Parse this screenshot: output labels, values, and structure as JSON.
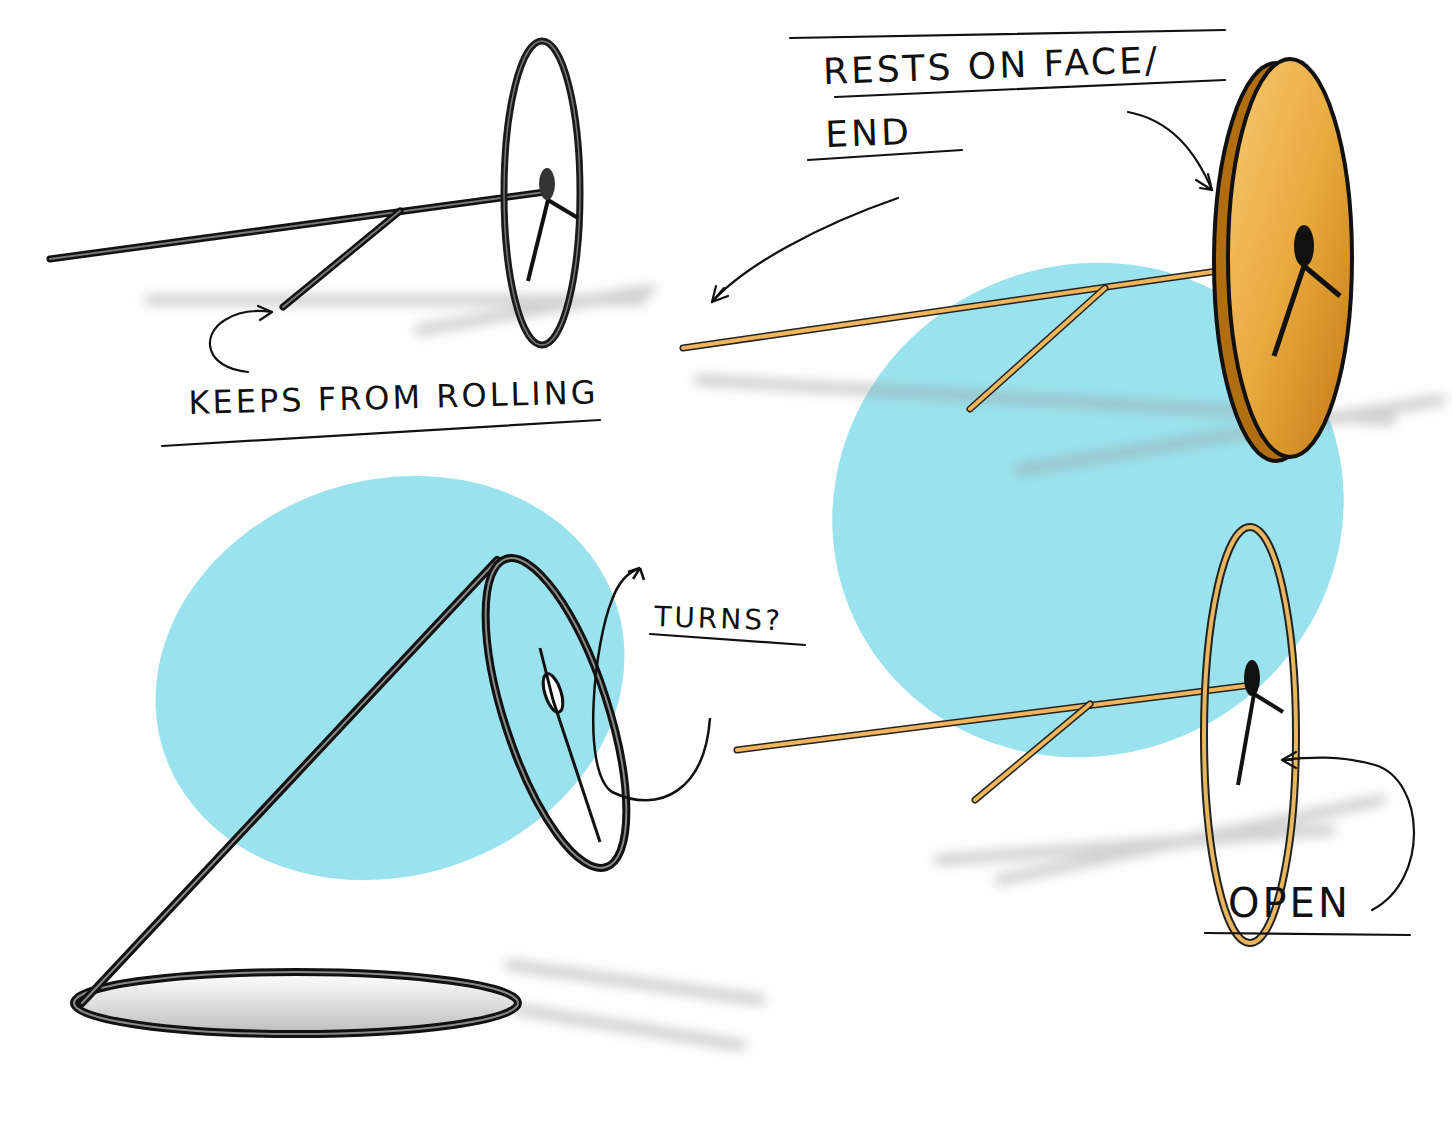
{
  "diagram": {
    "labels": [
      "KEEPS FROM ROLLING",
      "RESTS ON FACE/ END",
      "TURNS?",
      "OPEN"
    ]
  }
}
